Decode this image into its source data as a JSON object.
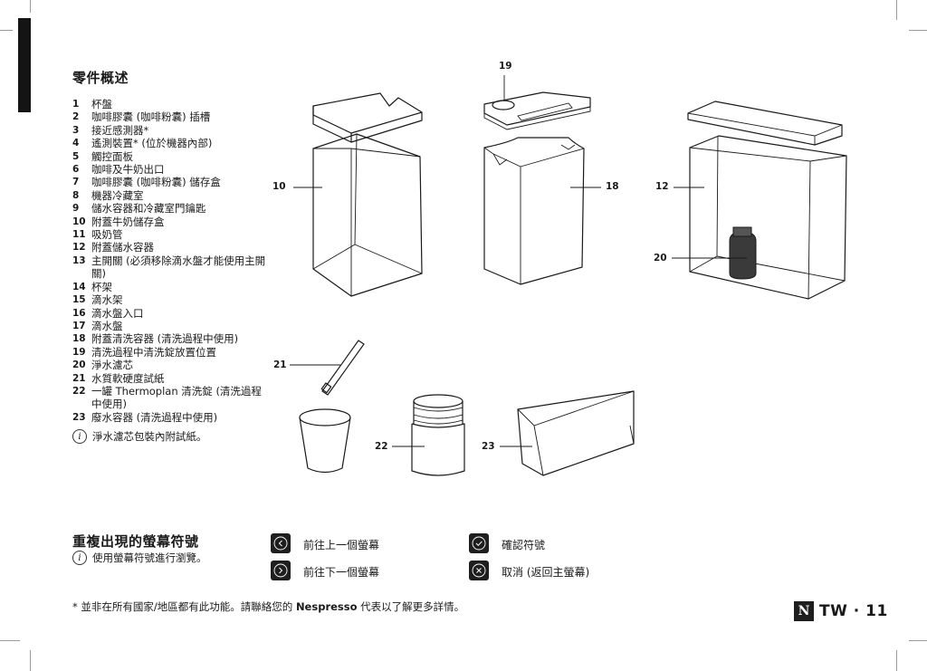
{
  "parts_section": {
    "title": "零件概述",
    "items": [
      {
        "num": "1",
        "label": "杯盤"
      },
      {
        "num": "2",
        "label": "咖啡膠囊 (咖啡粉囊) 插槽"
      },
      {
        "num": "3",
        "label": "接近感測器*"
      },
      {
        "num": "4",
        "label": "遙測裝置* (位於機器內部)"
      },
      {
        "num": "5",
        "label": "觸控面板"
      },
      {
        "num": "6",
        "label": "咖啡及牛奶出口"
      },
      {
        "num": "7",
        "label": "咖啡膠囊 (咖啡粉囊) 儲存盒"
      },
      {
        "num": "8",
        "label": "機器冷藏室"
      },
      {
        "num": "9",
        "label": "儲水容器和冷藏室門鑰匙"
      },
      {
        "num": "10",
        "label": "附蓋牛奶儲存盒"
      },
      {
        "num": "11",
        "label": "吸奶管"
      },
      {
        "num": "12",
        "label": "附蓋儲水容器"
      },
      {
        "num": "13",
        "label": "主開關 (必須移除滴水盤才能使用主開關)"
      },
      {
        "num": "14",
        "label": "杯架"
      },
      {
        "num": "15",
        "label": "滴水架"
      },
      {
        "num": "16",
        "label": "滴水盤入口"
      },
      {
        "num": "17",
        "label": "滴水盤"
      },
      {
        "num": "18",
        "label": "附蓋清洗容器 (清洗過程中使用)"
      },
      {
        "num": "19",
        "label": "清洗過程中清洗錠放置位置"
      },
      {
        "num": "20",
        "label": "淨水濾芯"
      },
      {
        "num": "21",
        "label": "水質軟硬度試紙"
      },
      {
        "num": "22",
        "label": "一罐 Thermoplan 清洗錠 (清洗過程中使用)"
      },
      {
        "num": "23",
        "label": "廢水容器 (清洗過程中使用)"
      }
    ],
    "note": "淨水濾芯包裝內附試紙。"
  },
  "symbols_section": {
    "title": "重複出現的螢幕符號",
    "note": "使用螢幕符號進行瀏覽。",
    "symbols": [
      {
        "icon": "chevron-left-icon",
        "label": "前往上一個螢幕"
      },
      {
        "icon": "chevron-right-icon",
        "label": "前往下一個螢幕"
      },
      {
        "icon": "check-icon",
        "label": "確認符號"
      },
      {
        "icon": "close-icon",
        "label": "取消 (返回主螢幕)"
      }
    ]
  },
  "callouts": [
    "19",
    "10",
    "18",
    "12",
    "20",
    "21",
    "22",
    "23"
  ],
  "info_icon_glyph": "i",
  "footnote": {
    "before": "* 並非在所有國家/地區都有此功能。請聯絡您的 ",
    "brand": "Nespresso",
    "after": " 代表以了解更多詳情。"
  },
  "page_number": {
    "brand_glyph": "N",
    "text": "TW · 11"
  }
}
